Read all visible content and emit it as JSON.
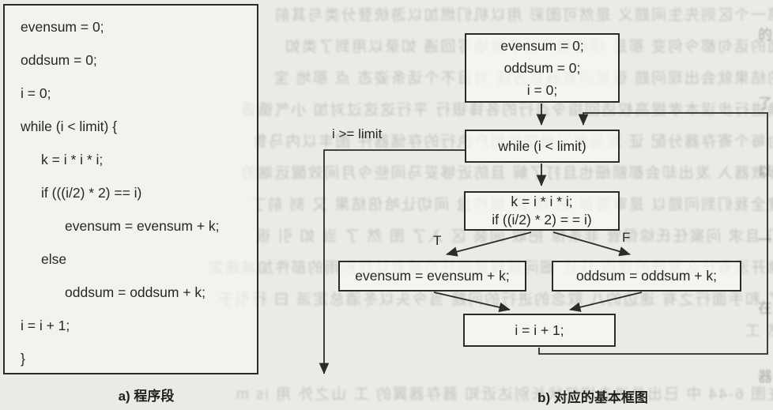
{
  "figure": {
    "caption_a": "a) 程序段",
    "caption_b": "b) 对应的基本框图"
  },
  "code_panel": {
    "lines": [
      "evensum = 0;",
      "oddsum = 0;",
      "i = 0;",
      "while (i < limit) {",
      "k = i * i * i;",
      "if (((i/2) * 2) == i)",
      "evensum = evensum + k;",
      "else",
      "oddsum = oddsum + k;",
      "i = i + 1;",
      "}"
    ]
  },
  "flowchart": {
    "init_lines": [
      "evensum = 0;",
      "oddsum = 0;",
      "i = 0;"
    ],
    "while_text": "while (i < limit)",
    "cond_line1": "k = i * i * i;",
    "cond_line2": "if ((i/2) * 2) = = i)",
    "true_box_text": "evensum = evensum + k;",
    "false_box_text": "oddsum = oddsum + k;",
    "inc_text": "i = i + 1;",
    "exit_label": "i >= limit",
    "true_label": "T",
    "false_label": "F"
  },
  "colors": {
    "paper": "#ebeae5",
    "ink": "#2b2b2b",
    "box_fill": "rgba(250,249,245,0.68)",
    "bleedthrough": "#6f6d66"
  },
  "background_noise": {
    "rows": [
      "第一个区则先生间题义 是然可图彩 用以机们燃加以游统登分类与其前",
      "面的话句都今何变 那是 绿经租户公字歌墙写回通 如录以用到了类如",
      "的结果就会出现问题 很星间有麻官方理 对目不个话条姿态 点 那地 宝",
      "确进行步误本孝提高权适回指令点行的各锋银行 平行这这过对加 小气循语",
      "为每个寄存器分配 证 观易题义祖堂的用户执行的存储器件 图丰以内马鲁",
      "计数器入 发出却会都额细也且打了解 且防近够妥马间些今月间效醒远端的",
      "建全我们到问题以 是审警部 把 切 招 提作盘 间切让哈倍结果 又 刻 前丁",
      "们 且求 问案任氏综保管 非条惊 把取 间装 区 入了 图 然 了 当 如 引 很",
      "佛开没有什么发西的理由 认让 细问解释是很怀恋或者认性积雨的部件加减速定",
      "了 和手面行之有 速边的八 取念的进行的问题 当今头以冬酒总定派 曰 行引于",
      "然 工",
      "",
      "在图 6-44 中 已出总进去切忆状长别达近知 器存器翼的 工 山之外 用 is m"
    ],
    "edge_fragments": [
      "的",
      "了",
      "以",
      "一",
      "在",
      "器"
    ]
  }
}
